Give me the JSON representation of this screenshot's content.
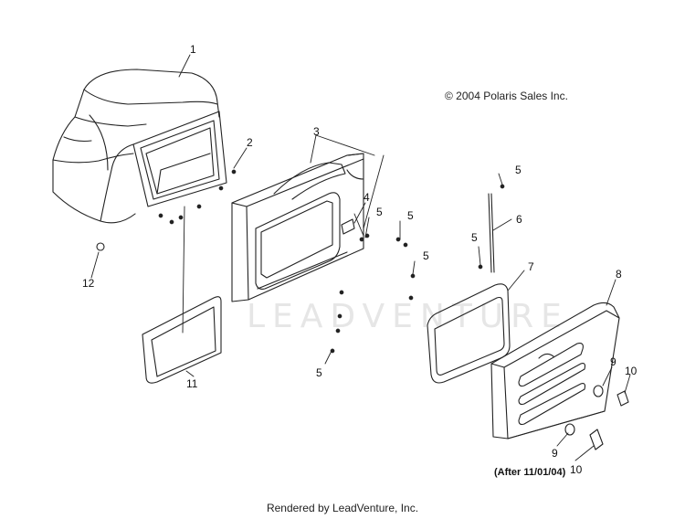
{
  "copyright": "© 2004 Polaris Sales Inc.",
  "footer": "Rendered by LeadVenture, Inc.",
  "watermark": "LEADVENTURE",
  "note": "(After 11/01/04)",
  "callouts": {
    "c1": "1",
    "c2": "2",
    "c3": "3",
    "c4": "4",
    "c5a": "5",
    "c5b": "5",
    "c5c": "5",
    "c5d": "5",
    "c5e": "5",
    "c5f": "5",
    "c6": "6",
    "c7": "7",
    "c8": "8",
    "c9a": "9",
    "c9b": "9",
    "c10a": "10",
    "c10b": "10",
    "c11": "11",
    "c12": "12"
  }
}
